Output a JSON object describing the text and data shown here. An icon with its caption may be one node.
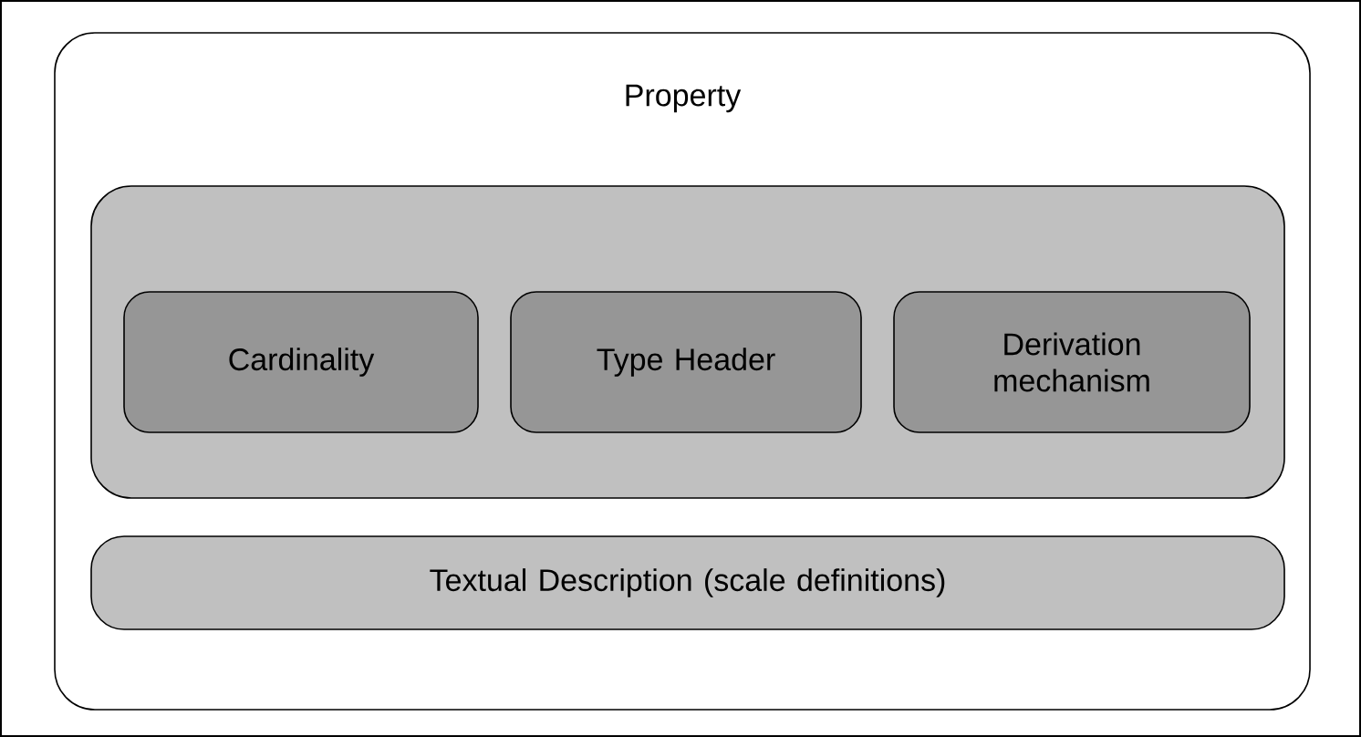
{
  "diagram": {
    "nodes": [
      {
        "text": [
          "Property"
        ]
      },
      {
        "text": [],
        "shape": "box",
        "in": 0
      },
      {
        "text": [
          "Cardinality"
        ],
        "in": 1
      },
      {
        "text": [
          "Type Header"
        ],
        "in": 1
      },
      {
        "text": [
          "Derivation mechanism"
        ],
        "in": 1
      },
      {
        "text": [
          "Textual Description (scale definitions)"
        ],
        "in": 0
      }
    ]
  }
}
